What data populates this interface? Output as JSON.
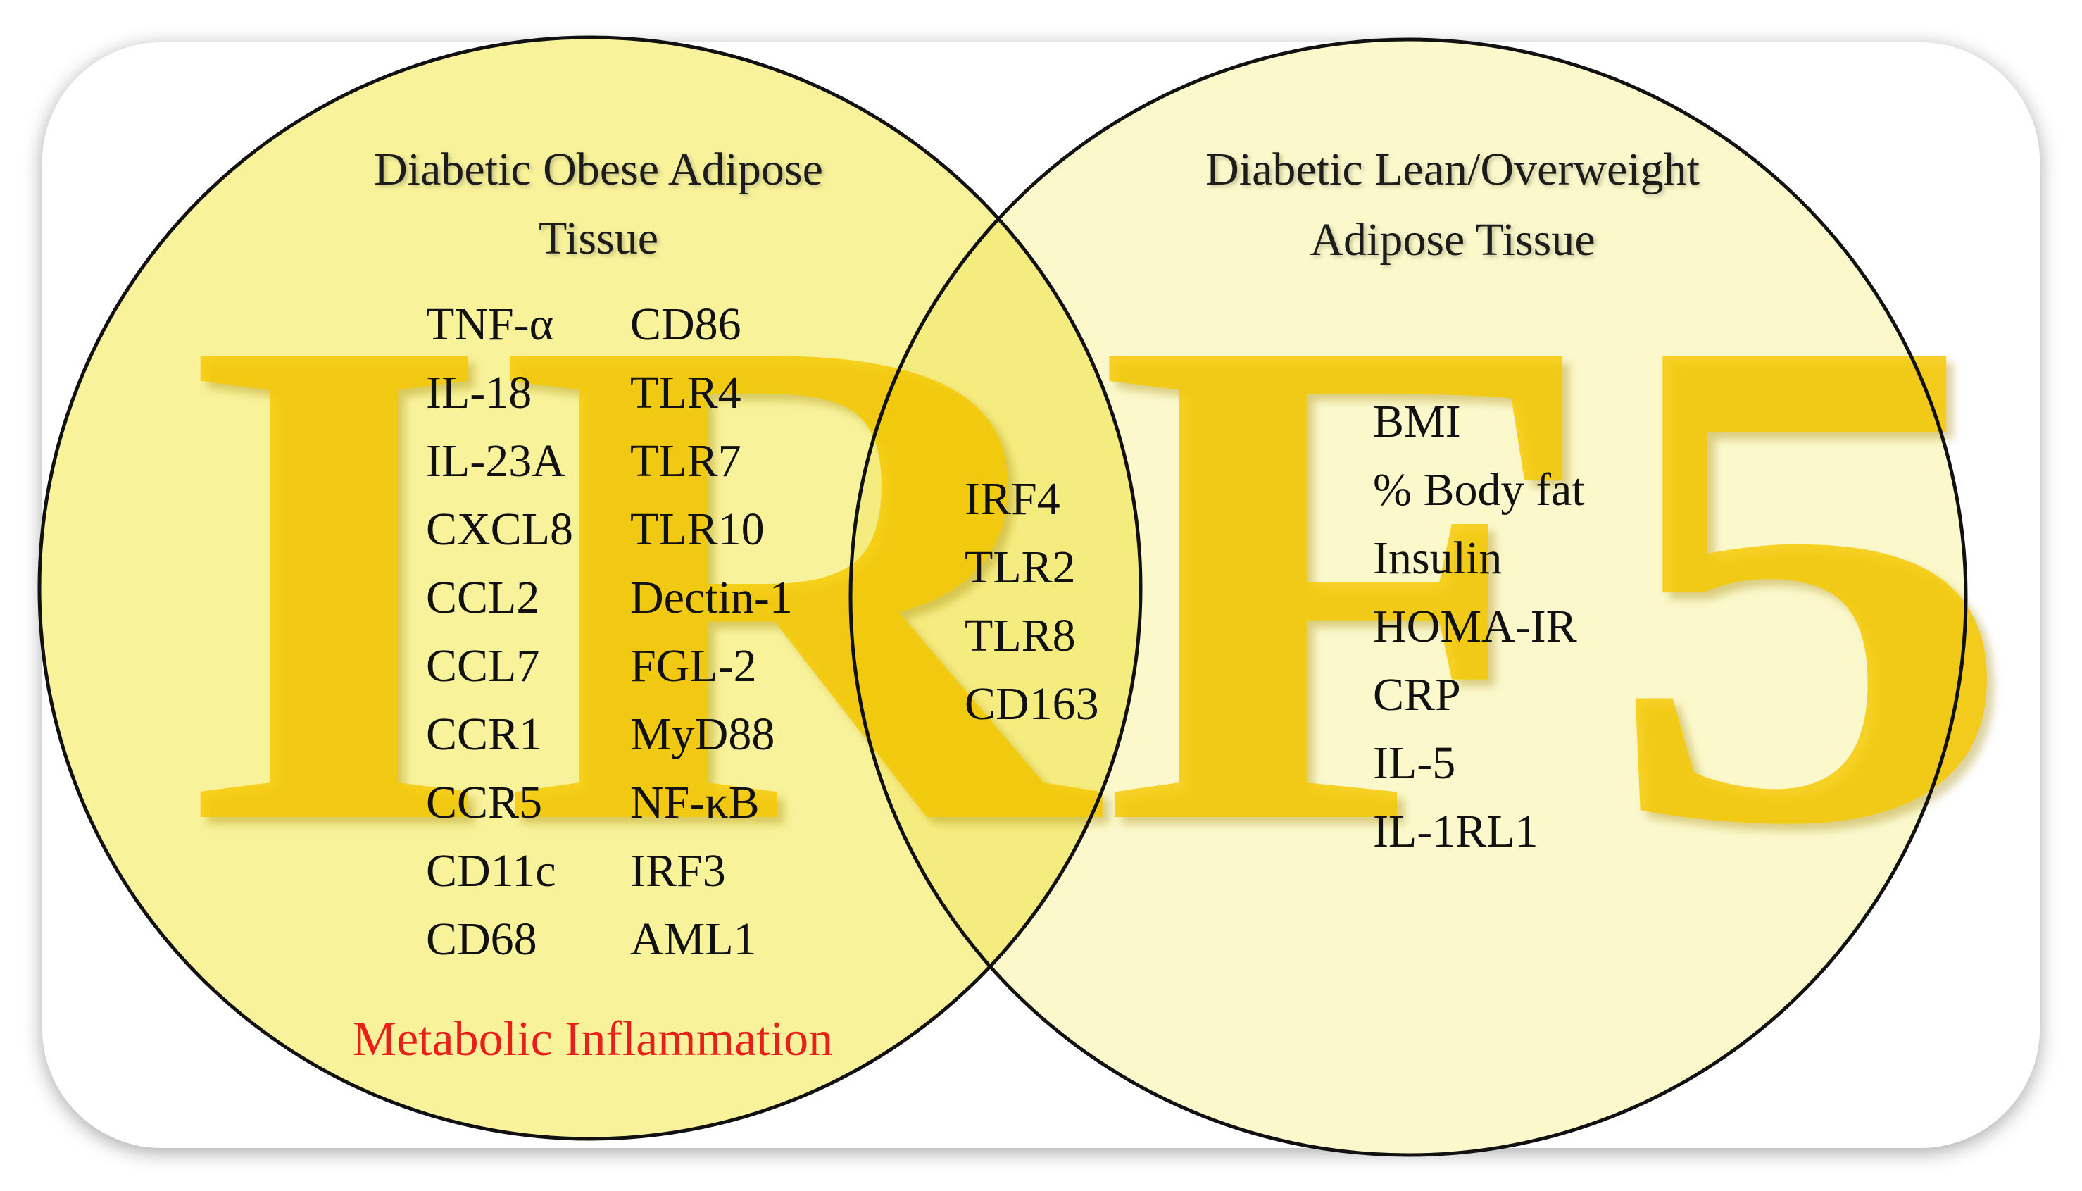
{
  "background_word": "IRF5",
  "left_set": {
    "title_lines": [
      "Diabetic Obese Adipose",
      "Tissue"
    ],
    "items_col1": [
      "TNF-α",
      "IL-18",
      "IL-23A",
      "CXCL8",
      "CCL2",
      "CCL7",
      "CCR1",
      "CCR5",
      "CD11c",
      "CD68"
    ],
    "items_col2": [
      "CD86",
      "TLR4",
      "TLR7",
      "TLR10",
      "Dectin-1",
      "FGL-2",
      "MyD88",
      "NF-κB",
      "IRF3",
      "AML1"
    ],
    "note": "Metabolic Inflammation"
  },
  "intersection": {
    "items": [
      "IRF4",
      "TLR2",
      "TLR8",
      "CD163"
    ]
  },
  "right_set": {
    "title_lines": [
      "Diabetic Lean/Overweight",
      "Adipose Tissue"
    ],
    "items": [
      "BMI",
      "% Body fat",
      "Insulin",
      "HOMA-IR",
      "CRP",
      "IL-5",
      "IL-1RL1"
    ]
  },
  "colors": {
    "left_fill": "#f8f29a",
    "right_fill": "#fbf8cc",
    "overlap_fill": "#f5ec80",
    "big_word": "#f5c800",
    "note": "#e8201a",
    "outline": "#111111"
  }
}
